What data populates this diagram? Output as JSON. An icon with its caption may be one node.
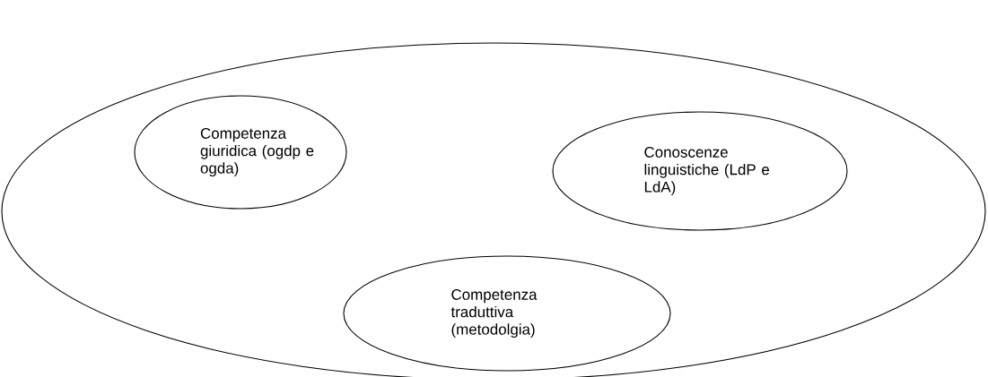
{
  "diagram": {
    "nodes": [
      {
        "text": [],
        "shape": "ellipse"
      },
      {
        "text": [
          "Competenza giuridica (ogdp e ogda)"
        ],
        "in": 0
      },
      {
        "text": [
          "Conoscenze linguistiche (LdP e LdA)"
        ],
        "in": 0
      },
      {
        "text": [
          "Competenza traduttiva (metodolgia)"
        ],
        "in": 0
      }
    ]
  }
}
